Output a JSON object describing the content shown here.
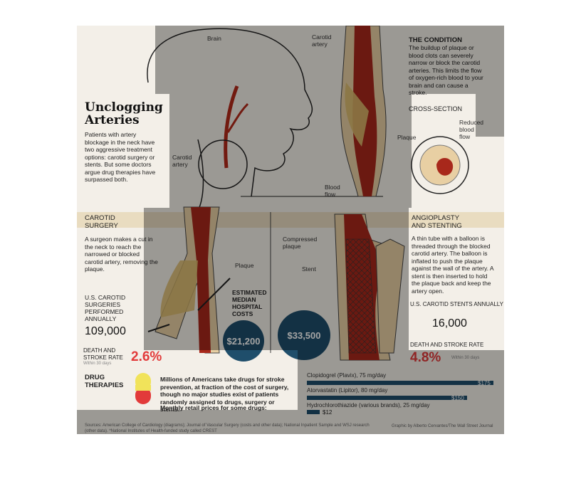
{
  "labels": {
    "brain": "Brain",
    "carotid_top": "Carotid\nartery",
    "carotid_left": "Carotid\nartery",
    "blood_flow": "Blood\nflow",
    "plaque_top": "Plaque",
    "cross_section": "CROSS-SECTION",
    "reduced_flow": "Reduced\nblood\nflow",
    "plaque_mid": "Plaque",
    "compressed_plaque": "Compressed\nplaque",
    "stent": "Stent"
  },
  "intro": {
    "title": "Unclogging\nArteries",
    "text": "Patients with artery blockage in the neck have two aggressive treatment options: carotid surgery or stents. But some doctors argue drug therapies have surpassed both."
  },
  "condition": {
    "heading": "THE CONDITION",
    "text": "The buildup of plaque or blood clots can severely narrow or block the carotid arteries. This limits the flow of oxygen-rich blood to your brain and can cause a stroke."
  },
  "surgery": {
    "heading": "CAROTID\nSURGERY",
    "text": "A surgeon makes a cut in the neck to reach the narrowed or blocked carotid artery, removing the plaque.",
    "count_label": "U.S. CAROTID\nSURGERIES\nPERFORMED\nANNUALLY",
    "count": "109,000",
    "rate_label": "DEATH AND\nSTROKE RATE",
    "rate": "2.6%",
    "rate_note": "Within 30 days"
  },
  "costs": {
    "label": "ESTIMATED\nMEDIAN\nHOSPITAL\nCOSTS",
    "surgery": "$21,200",
    "stent": "$33,500"
  },
  "stenting": {
    "heading": "ANGIOPLASTY\nAND STENTING",
    "text": "A thin tube with a balloon is threaded through the blocked carotid artery. The balloon is inflated to push the plaque against the wall of the artery. A stent is then inserted to hold the plaque back and keep the artery open.",
    "count_label": "U.S. CAROTID STENTS ANNUALLY",
    "count": "16,000",
    "rate_label": "DEATH AND STROKE RATE",
    "rate": "4.8%",
    "rate_note": "Within 30 days"
  },
  "drugs": {
    "heading": "DRUG\nTHERAPIES",
    "text": "Millions of Americans take drugs for stroke prevention, at fraction of the cost of surgery, though no major studies exist of patients randomly assigned to drugs, surgery or stents.",
    "prices_title": "Monthly retail prices for some drugs:",
    "items": [
      {
        "name": "Clopidogrel (Plavix), 75 mg/day",
        "price": "$175",
        "value": 175
      },
      {
        "name": "Atorvastatin (Lipitor), 80 mg/day",
        "price": "$150",
        "value": 150
      },
      {
        "name": "Hydrochlorothiazide (various brands), 25 mg/day",
        "price": "$12",
        "value": 12
      }
    ]
  },
  "footer": {
    "sources": "Sources: American College of Cardiology (diagrams); Journal of Vascular Surgery (costs and other data); National Inpatient Sample and WSJ research (other data). *National Institutes of Health-funded study called CREST",
    "credit": "Graphic by Alberto Cervantes/The Wall Street Journal"
  }
}
